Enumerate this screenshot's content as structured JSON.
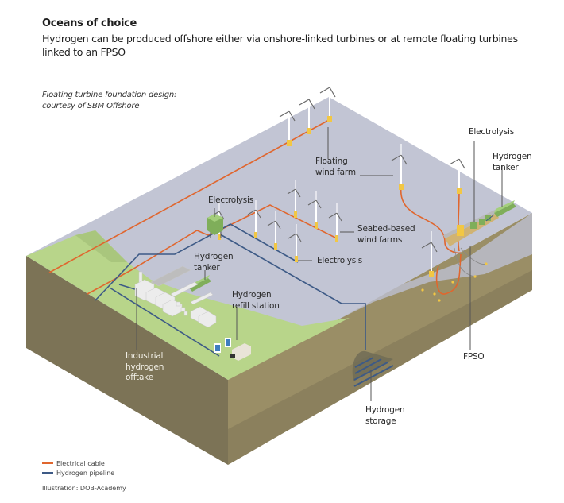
{
  "header": {
    "title": "Oceans of choice",
    "subtitle": "Hydrogen can be produced offshore either via onshore-linked turbines or at remote floating turbines linked to an FPSO",
    "credit_line1": "Floating turbine foundation design:",
    "credit_line2": "courtesy of SBM Offshore"
  },
  "labels": {
    "floating_wind_farm": [
      "Floating",
      "wind farm"
    ],
    "electrolysis_onshore_hub": "Electrolysis",
    "seabed_wind_farms": [
      "Seabed-based",
      "wind farms"
    ],
    "electrolysis_turbine": "Electrolysis",
    "hydrogen_tanker_near": [
      "Hydrogen",
      "tanker"
    ],
    "hydrogen_refill_station": [
      "Hydrogen",
      "refill station"
    ],
    "industrial_offtake": [
      "Industrial",
      "hydrogen",
      "offtake"
    ],
    "electrolysis_fpso": "Electrolysis",
    "hydrogen_tanker_fpso": [
      "Hydrogen",
      "tanker"
    ],
    "fpso": "FPSO",
    "hydrogen_storage": [
      "Hydrogen",
      "storage"
    ]
  },
  "legend": [
    {
      "label": "Electrical cable",
      "color": "#e0662e"
    },
    {
      "label": "Hydrogen pipeline",
      "color": "#3d5a86"
    }
  ],
  "footer": "Illustration: DOB-Academy",
  "colors": {
    "sea": "#c2c5d4",
    "land": "#b8d58a",
    "soil_dark": "#7c7356",
    "soil_light": "#9c9068",
    "cable": "#e0662e",
    "pipeline": "#3d5a86",
    "turbine_base": "#f2c744",
    "structure_green": "#7fae5a"
  }
}
